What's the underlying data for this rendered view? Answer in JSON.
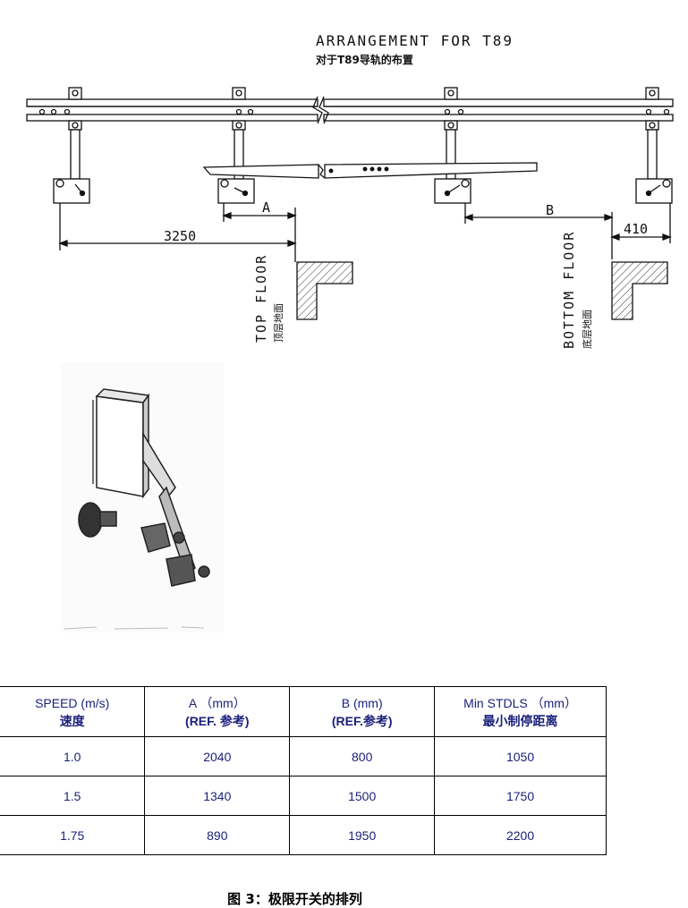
{
  "drawing": {
    "title_en": "ARRANGEMENT FOR T89",
    "title_cn": "对于T89导轨的布置",
    "label_a": "A",
    "label_b": "B",
    "dim_3250": "3250",
    "dim_410": "410",
    "top_floor_en": "TOP FLOOR",
    "top_floor_cn": "顶层地面",
    "bottom_floor_en": "BOTTOM FLOOR",
    "bottom_floor_cn": "底层地面"
  },
  "table": {
    "headers": [
      {
        "en": "SPEED (m/s)",
        "cn": "速度"
      },
      {
        "en": "A （mm）",
        "cn": "(REF. 参考)"
      },
      {
        "en": "B (mm)",
        "cn": "(REF.参考)"
      },
      {
        "en": "Min STDLS （mm）",
        "cn": "最小制停距离"
      }
    ],
    "rows": [
      [
        "1.0",
        "2040",
        "800",
        "1050"
      ],
      [
        "1.5",
        "1340",
        "1500",
        "1750"
      ],
      [
        "1.75",
        "890",
        "1950",
        "2200"
      ]
    ]
  },
  "caption": "图 3：极限开关的排列",
  "colors": {
    "table_text": "#1a1f7a",
    "line": "#111111"
  }
}
